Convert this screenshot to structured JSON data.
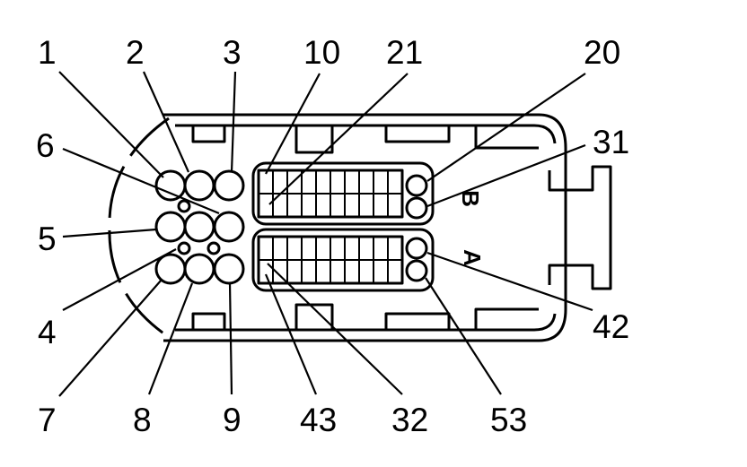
{
  "connector": {
    "pin_labels": {
      "p1": "1",
      "p2": "2",
      "p3": "3",
      "p4": "4",
      "p5": "5",
      "p6": "6",
      "p7": "7",
      "p8": "8",
      "p9": "9",
      "p10": "10",
      "p20": "20",
      "p21": "21",
      "p31": "31",
      "p32": "32",
      "p42": "42",
      "p43": "43",
      "p53": "53"
    },
    "row_marks": {
      "upper": "B",
      "lower": "A"
    }
  }
}
